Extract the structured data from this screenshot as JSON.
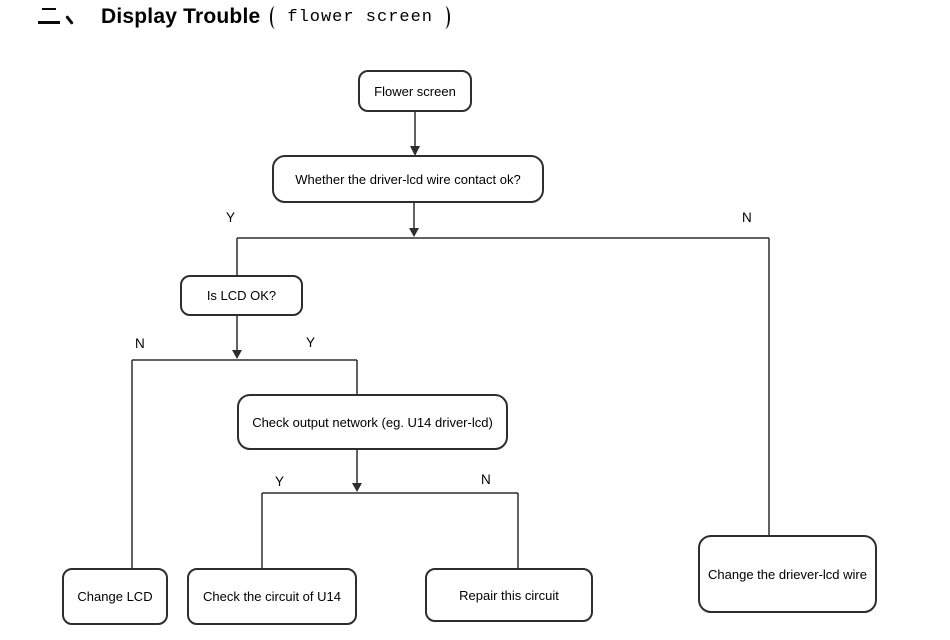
{
  "title": {
    "numbering": "二、",
    "main": "Display Trouble",
    "annotation": "（flower screen）",
    "annotation_text": "flower screen"
  },
  "nodes": {
    "flower_screen": "Flower screen",
    "whether_wire": "Whether the driver-lcd wire contact ok?",
    "is_lcd_ok": "Is LCD OK?",
    "check_output": "Check output network (eg. U14 driver-lcd)",
    "change_lcd": "Change LCD",
    "check_circuit": "Check the circuit of U14",
    "repair_circuit": "Repair this circuit",
    "change_wire": "Change the driever-lcd wire"
  },
  "branch_labels": {
    "wire_yes": "Y",
    "wire_no": "N",
    "lcd_no": "N",
    "lcd_yes": "Y",
    "net_yes": "Y",
    "net_no": "N"
  },
  "colors": {
    "line": "#2e2e2e",
    "node_border": "#2e2e2e",
    "text": "#000000",
    "background": "#ffffff"
  }
}
